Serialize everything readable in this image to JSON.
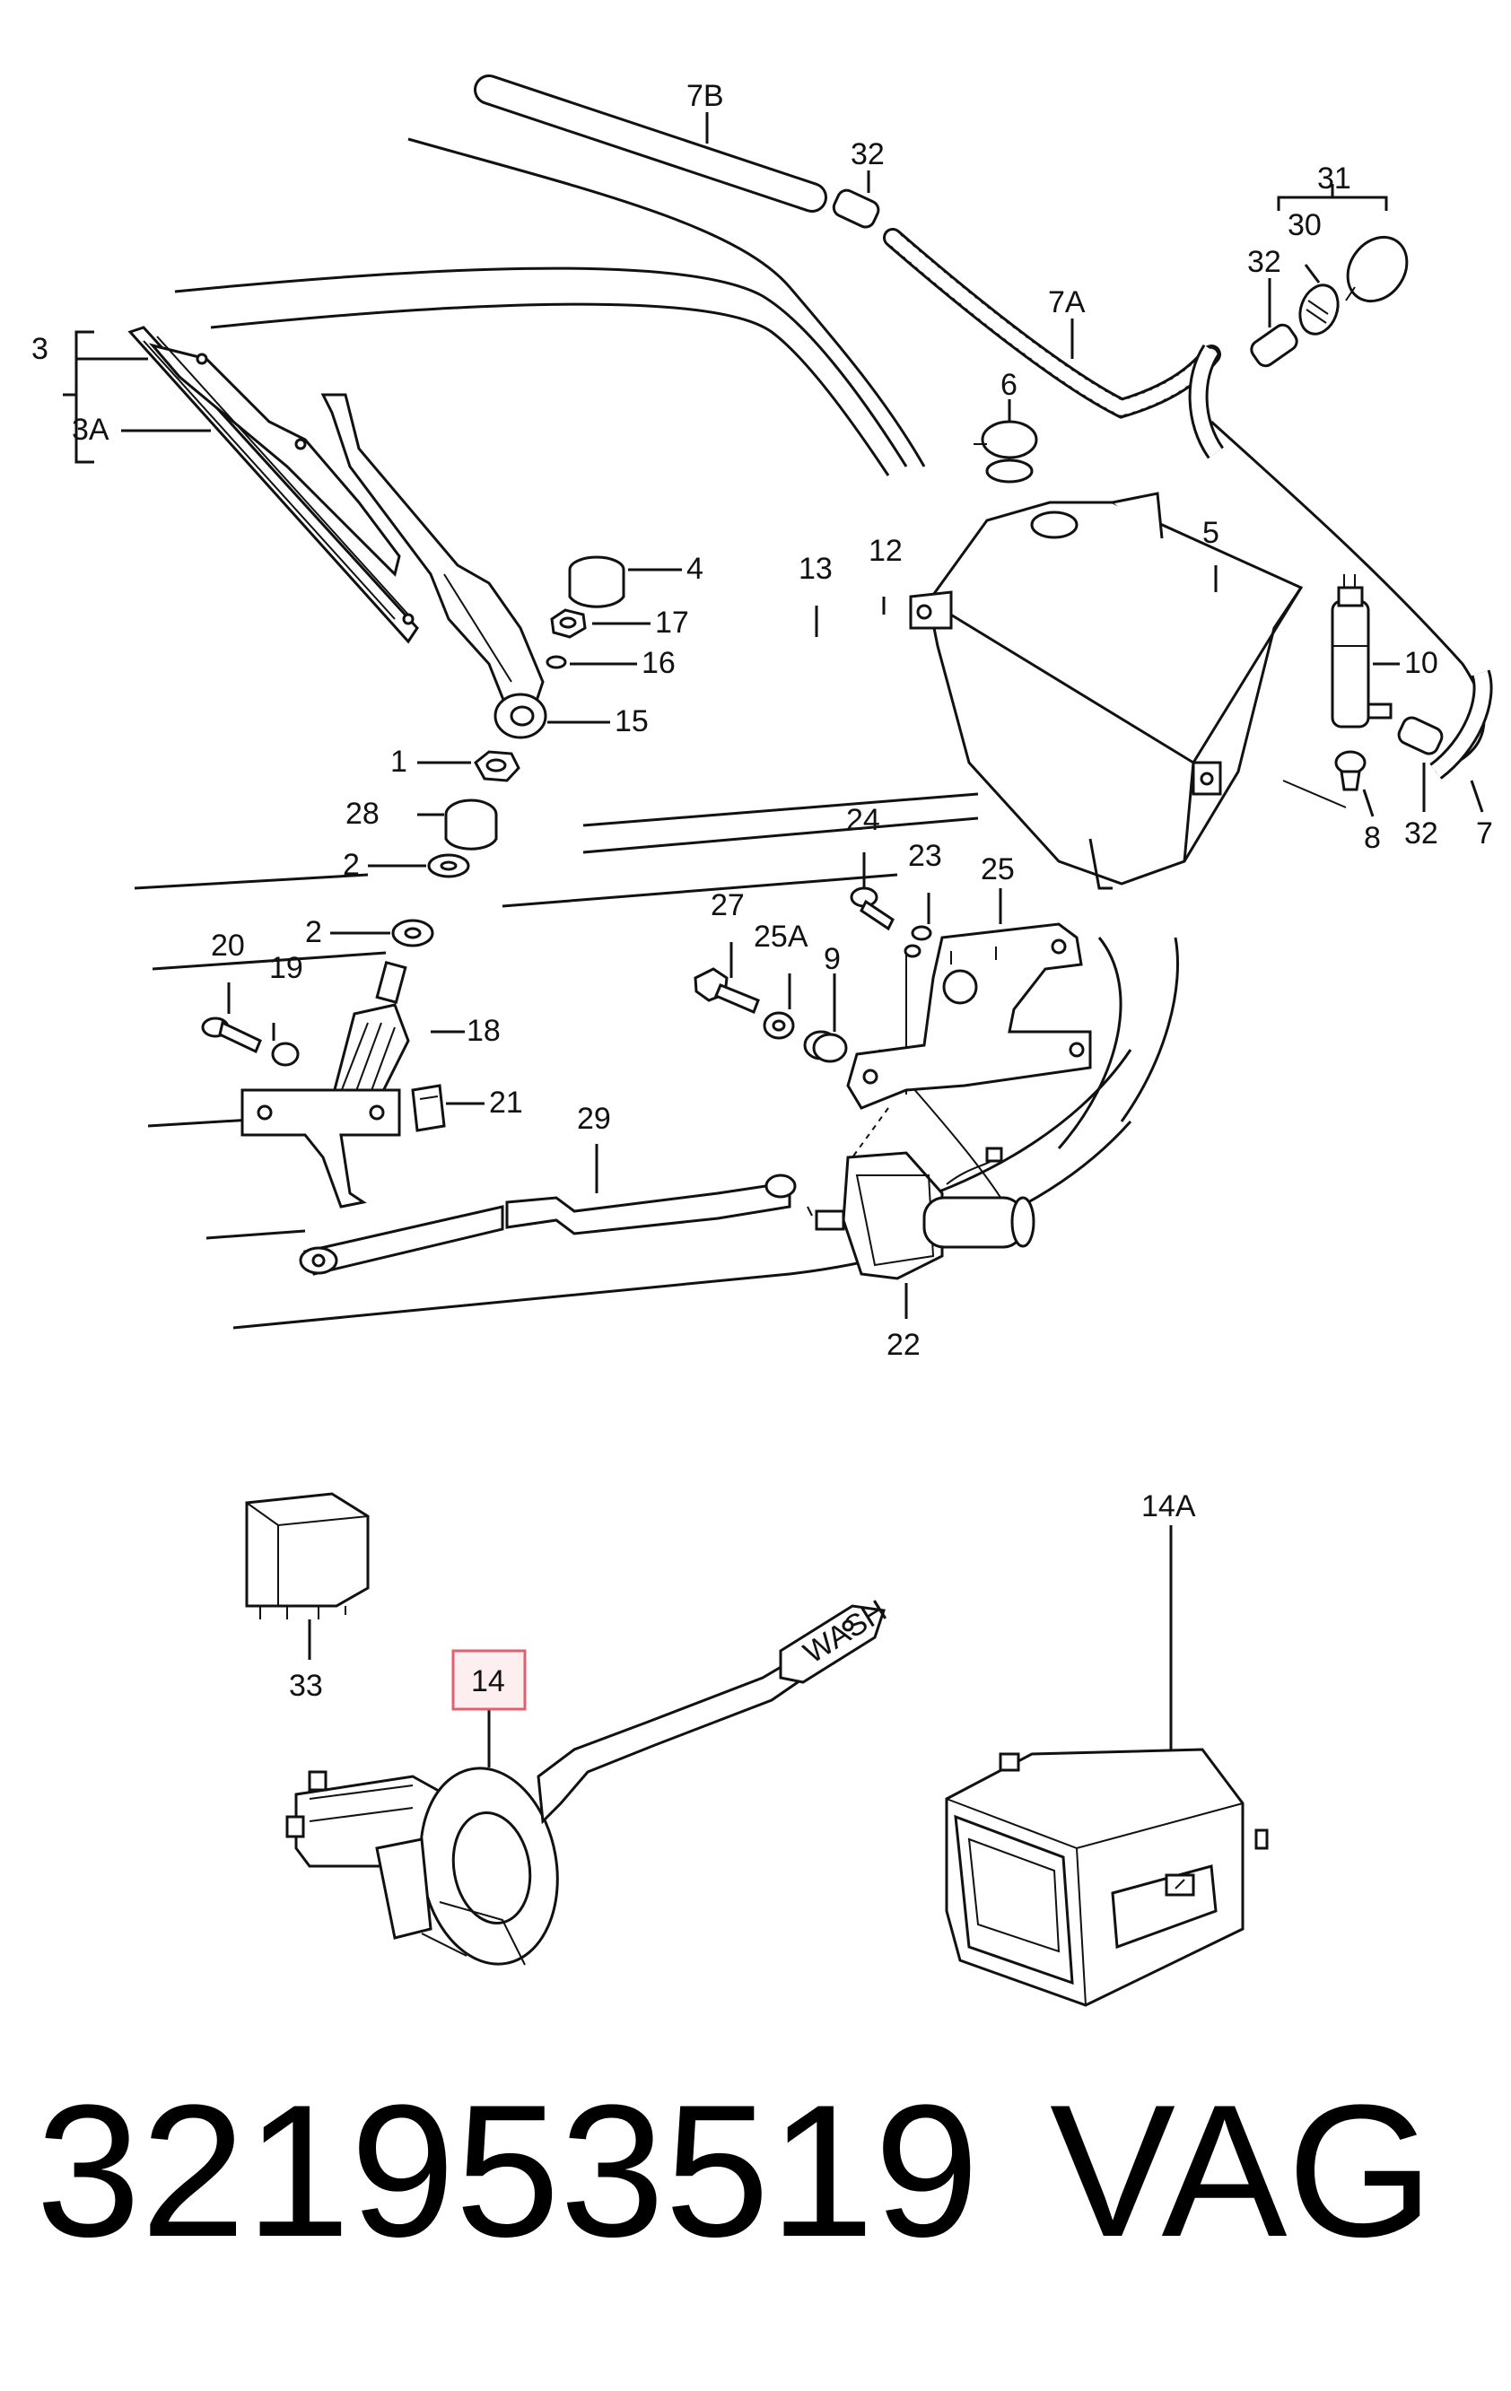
{
  "diagram": {
    "labels": [
      {
        "id": "7B",
        "text": "7B"
      },
      {
        "id": "32a",
        "text": "32"
      },
      {
        "id": "31",
        "text": "31"
      },
      {
        "id": "30",
        "text": "30"
      },
      {
        "id": "32b",
        "text": "32"
      },
      {
        "id": "7A",
        "text": "7A"
      },
      {
        "id": "3",
        "text": "3"
      },
      {
        "id": "3A",
        "text": "3A"
      },
      {
        "id": "6",
        "text": "6"
      },
      {
        "id": "4",
        "text": "4"
      },
      {
        "id": "13",
        "text": "13"
      },
      {
        "id": "12",
        "text": "12"
      },
      {
        "id": "5",
        "text": "5"
      },
      {
        "id": "17",
        "text": "17"
      },
      {
        "id": "16",
        "text": "16"
      },
      {
        "id": "10",
        "text": "10"
      },
      {
        "id": "15",
        "text": "15"
      },
      {
        "id": "1",
        "text": "1"
      },
      {
        "id": "28",
        "text": "28"
      },
      {
        "id": "2a",
        "text": "2"
      },
      {
        "id": "8",
        "text": "8"
      },
      {
        "id": "32c",
        "text": "32"
      },
      {
        "id": "7",
        "text": "7"
      },
      {
        "id": "24",
        "text": "24"
      },
      {
        "id": "23",
        "text": "23"
      },
      {
        "id": "25",
        "text": "25"
      },
      {
        "id": "27",
        "text": "27"
      },
      {
        "id": "25A",
        "text": "25A"
      },
      {
        "id": "9",
        "text": "9"
      },
      {
        "id": "2b",
        "text": "2"
      },
      {
        "id": "20",
        "text": "20"
      },
      {
        "id": "19",
        "text": "19"
      },
      {
        "id": "18",
        "text": "18"
      },
      {
        "id": "21",
        "text": "21"
      },
      {
        "id": "29",
        "text": "29"
      },
      {
        "id": "22",
        "text": "22"
      },
      {
        "id": "33",
        "text": "33"
      },
      {
        "id": "14",
        "text": "14"
      },
      {
        "id": "14A",
        "text": "14A"
      }
    ],
    "lever_text": "WASH",
    "highlight_color": "#e06070"
  },
  "footer": {
    "part_number": "321953519",
    "brand": "VAG"
  }
}
